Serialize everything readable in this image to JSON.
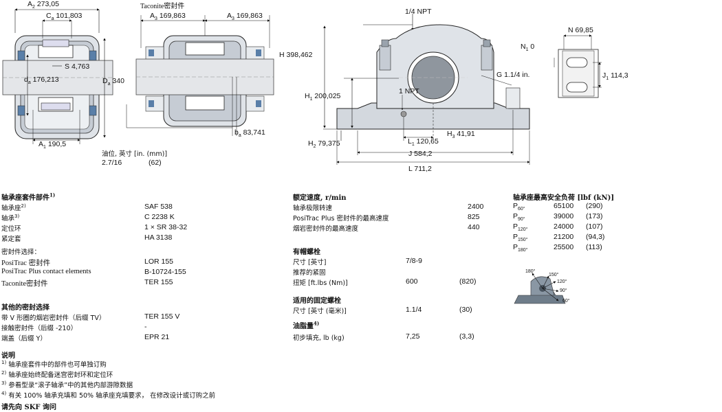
{
  "drawing": {
    "left": {
      "A2": "A",
      "A2_sub": "2",
      "A2_val": "273,05",
      "Ca": "C",
      "Ca_sub": "a",
      "Ca_val": "101,803",
      "S": "S",
      "S_val": "4,763",
      "da": "d",
      "da_sub": "a",
      "da_val": "176,213",
      "Da": "D",
      "Da_sub": "a",
      "Da_val": "340",
      "A1": "A",
      "A1_sub": "1",
      "A1_val": "190,5"
    },
    "middle": {
      "title": "Taconite密封件",
      "A3a": "A",
      "A3a_sub": "3",
      "A3a_val": "169,863",
      "A3b": "A",
      "A3b_sub": "3",
      "A3b_val": "169,863",
      "ba": "b",
      "ba_sub": "a",
      "ba_val": "83,741"
    },
    "oil": {
      "label": "油位, 英寸 [in. (mm)]",
      "v1": "2.7/16",
      "v2": "(62)"
    },
    "right": {
      "npt_top": "1/4 NPT",
      "H": "H",
      "H_val": "398,462",
      "H1": "H",
      "H1_sub": "1",
      "H1_val": "200,025",
      "npt1": "1 NPT",
      "G": "G",
      "G_val": "1.1/4 in.",
      "H3": "H",
      "H3_sub": "3",
      "H3_val": "41,91",
      "H2": "H",
      "H2_sub": "2",
      "H2_val": "79,375",
      "L1": "L",
      "L1_sub": "1",
      "L1_val": "120,65",
      "J": "J",
      "J_val": "584,2",
      "L": "L",
      "L_val": "711,2",
      "N": "N",
      "N_val": "69,85",
      "N1": "N",
      "N1_sub": "1",
      "N1_val": "0",
      "J1": "J",
      "J1_sub": "1",
      "J1_val": "114,3"
    }
  },
  "assembly": {
    "title": "轴承座套件部件",
    "title_sup": "1)",
    "rows": [
      {
        "label": "轴承座",
        "sup": "2)",
        "value": "SAF 538"
      },
      {
        "label": "轴承",
        "sup": "3)",
        "value": "C 2238 K"
      },
      {
        "label": "定位环",
        "sup": "",
        "value": "1 × SR 38-32"
      },
      {
        "label": "紧定套",
        "sup": "",
        "value": "HA 3138"
      }
    ],
    "seal_title": "密封件选择：",
    "seal_rows": [
      {
        "label": "PosiTrac 密封件",
        "value": "LOR 155"
      },
      {
        "label": "PosiTrac Plus contact elements",
        "value": "B-10724-155"
      },
      {
        "label": "Taconite密封件",
        "value": "TER 155"
      }
    ],
    "other_title": "其他的密封选择",
    "other_rows": [
      {
        "label": "带 V 形圈的烟岩密封件（后缀 TV）",
        "value": "TER 155 V"
      },
      {
        "label": "接触密封件（后缀 -210）",
        "value": "-"
      },
      {
        "label": "端盖（后缀 Y）",
        "value": "EPR 21"
      }
    ]
  },
  "notes": {
    "title": "说明",
    "items": [
      {
        "sup": "1)",
        "text": "轴承座套件中的部件也可单独订购"
      },
      {
        "sup": "2)",
        "text": "轴承座始终配备迷宫密封环和定位环"
      },
      {
        "sup": "3)",
        "text": "参看型录“滚子轴承”中的其他内部游隙数据"
      },
      {
        "sup": "4)",
        "text": "有关 100% 轴承充填和 50% 轴承座充填要求， 在修改设计或订购之前"
      }
    ],
    "footer": "请先向 SKF 询问"
  },
  "speed": {
    "title": "额定速度, r/min",
    "rows": [
      {
        "label": "轴承极限转速",
        "value": "2400"
      },
      {
        "label": "PosiTrac Plus 密封件的最高速度",
        "value": "825"
      },
      {
        "label": "烟岩密封件的最高速度",
        "value": "440"
      }
    ]
  },
  "capbolts": {
    "title": "有帽螺栓",
    "rows": [
      {
        "label": "尺寸 [英寸]",
        "v1": "7/8-9",
        "v2": ""
      },
      {
        "label": "推荐的紧固",
        "v1": "",
        "v2": ""
      },
      {
        "label": "扭矩 [ft.lbs (Nm)]",
        "v1": "600",
        "v2": "(820)"
      }
    ]
  },
  "fixbolts": {
    "title": "适用的固定螺栓",
    "rows": [
      {
        "label": "尺寸 [英寸 (毫米)]",
        "v1": "1.1/4",
        "v2": "(30)"
      }
    ]
  },
  "grease": {
    "title": "油脂量",
    "title_sup": "4)",
    "rows": [
      {
        "label": "初步填充, lb (kg)",
        "v1": "7,25",
        "v2": "(3,3)"
      }
    ]
  },
  "load": {
    "title": "轴承座最高安全负荷 [lbf (kN)]",
    "rows": [
      {
        "p": "P",
        "sub": "60°",
        "v1": "65100",
        "v2": "(290)"
      },
      {
        "p": "P",
        "sub": "90°",
        "v1": "39000",
        "v2": "(173)"
      },
      {
        "p": "P",
        "sub": "120°",
        "v1": "24000",
        "v2": "(107)"
      },
      {
        "p": "P",
        "sub": "150°",
        "v1": "21200",
        "v2": "(94,3)"
      },
      {
        "p": "P",
        "sub": "180°",
        "v1": "25500",
        "v2": "(113)"
      }
    ],
    "angles": [
      "180°",
      "150°",
      "120°",
      "90°",
      "60°"
    ]
  }
}
